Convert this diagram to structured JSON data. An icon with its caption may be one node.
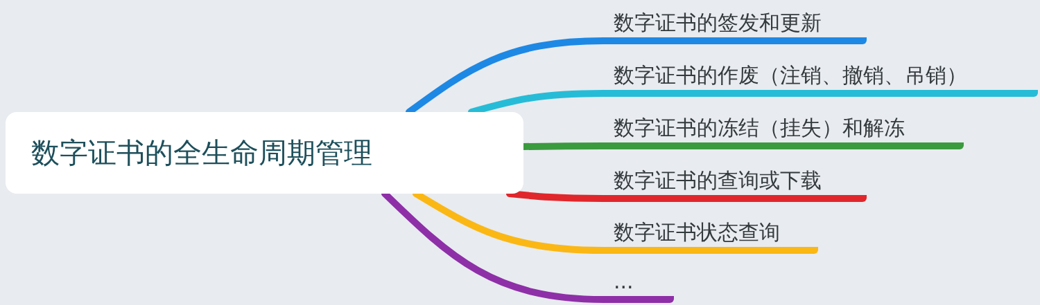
{
  "diagram": {
    "nodes": [
      {
        "text": [
          "数字证书的全生命周期管理"
        ]
      },
      {
        "text": [
          "数字证书的签发和更新"
        ]
      },
      {
        "text": [
          "数字证书的作废（注销、撤销、吊销）"
        ]
      },
      {
        "text": [
          "数字证书的冻结（挂失）和解冻"
        ]
      },
      {
        "text": [
          "数字证书的查询或下载"
        ]
      },
      {
        "text": [
          "数字证书状态查询"
        ]
      },
      {
        "text": [
          "..."
        ]
      }
    ],
    "edges": [
      {
        "from": 0,
        "to": 1,
        "arrow": "none",
        "color": "#1e88e5"
      },
      {
        "from": 0,
        "to": 2,
        "arrow": "none",
        "color": "#26bcd7"
      },
      {
        "from": 0,
        "to": 3,
        "arrow": "none",
        "color": "#3a9a3e"
      },
      {
        "from": 0,
        "to": 4,
        "arrow": "none",
        "color": "#e0262b"
      },
      {
        "from": 0,
        "to": 5,
        "arrow": "none",
        "color": "#fbb714"
      },
      {
        "from": 0,
        "to": 6,
        "arrow": "none",
        "color": "#8e2fa8"
      }
    ]
  }
}
